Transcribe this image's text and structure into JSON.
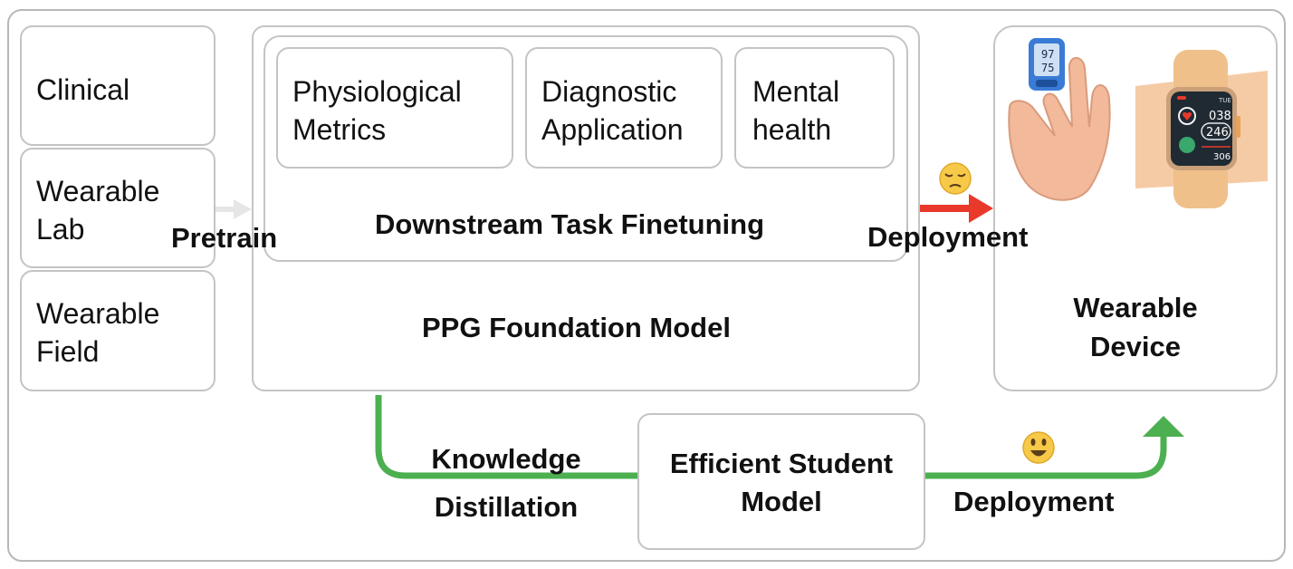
{
  "data_sources": [
    "Clinical",
    "Wearable Lab",
    "Wearable Field"
  ],
  "data_source_lines": [
    [
      "Clinical"
    ],
    [
      "Wearable",
      "Lab"
    ],
    [
      "Wearable",
      "Field"
    ]
  ],
  "pretrain_label": "Pretrain",
  "tasks": [
    {
      "lines": [
        "Physiological",
        "Metrics"
      ]
    },
    {
      "lines": [
        "Diagnostic",
        "Application"
      ]
    },
    {
      "lines": [
        "Mental",
        "health"
      ]
    }
  ],
  "finetuning_label": "Downstream Task Finetuning",
  "foundation_label": "PPG Foundation Model",
  "deployment_top_label": "Deployment",
  "device_label": [
    "Wearable",
    "Device"
  ],
  "distillation_label": [
    "Knowledge",
    "Distillation"
  ],
  "student_label": [
    "Efficient Student",
    "Model"
  ],
  "deployment_bottom_label": "Deployment",
  "oximeter_readout": [
    "97",
    "75"
  ],
  "watch_readout": {
    "day": "TUE",
    "values": [
      "038",
      "246",
      "306"
    ]
  },
  "colors": {
    "red_arrow": "#e8392b",
    "green_arrow": "#4caf50",
    "pretrain_arrow": "#e6e6e6",
    "box_border": "#c4c4c4"
  }
}
